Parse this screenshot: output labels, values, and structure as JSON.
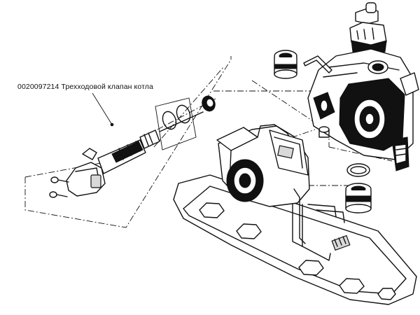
{
  "diagram": {
    "callout_label": "0020097214 Трехходовой клапан котла",
    "parts": [
      {
        "id": "three-way-valve",
        "icon": "valve-icon"
      },
      {
        "id": "pump-motor",
        "icon": "pump-icon"
      },
      {
        "id": "hydraulic-block",
        "icon": "block-icon"
      },
      {
        "id": "base-plate",
        "icon": "plate-icon"
      }
    ]
  }
}
